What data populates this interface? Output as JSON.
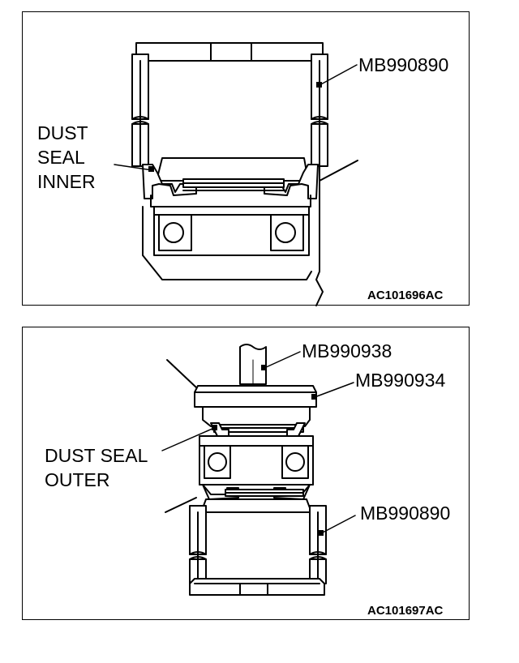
{
  "figures": [
    {
      "tool_label": "MB990890",
      "part_label_lines": [
        "DUST",
        "SEAL",
        "INNER"
      ],
      "code": "AC101696AC"
    },
    {
      "tool_label_top": "MB990938",
      "tool_label_mid": "MB990934",
      "part_label_lines": [
        "DUST SEAL",
        "OUTER"
      ],
      "tool_label_bottom": "MB990890",
      "code": "AC101697AC"
    }
  ]
}
